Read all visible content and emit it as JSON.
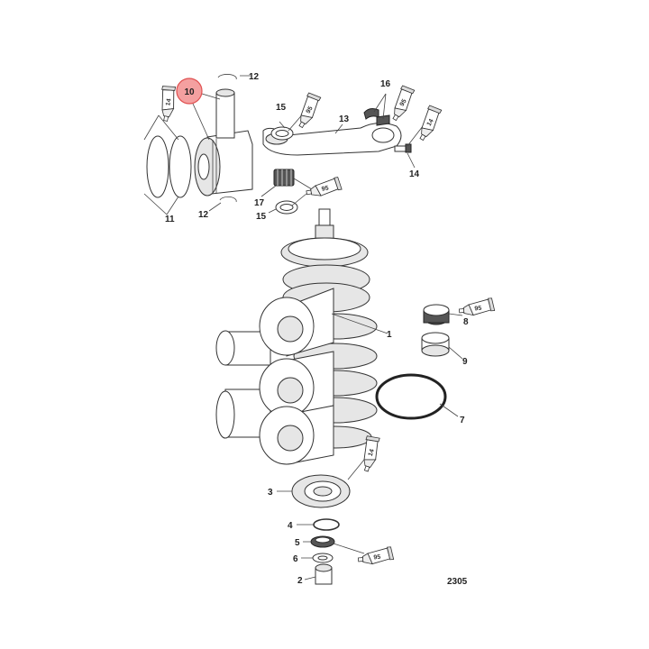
{
  "diagram": {
    "highlight_color": "#f4a0a0",
    "highlight_stroke": "#e05050",
    "highlighted_callout": "10",
    "callouts": {
      "c10": "10",
      "c12a": "12",
      "c15a": "15",
      "c16": "16",
      "c13": "13",
      "c14a": "14",
      "c11": "11",
      "c12b": "12",
      "c17": "17",
      "c15b": "15",
      "c1": "1",
      "c8": "8",
      "c9": "9",
      "c7": "7",
      "c3": "3",
      "c4": "4",
      "c5": "5",
      "c6": "6",
      "c2": "2"
    },
    "lubricant_tubes": {
      "t1": "14",
      "t2": "95",
      "t3": "95",
      "t4": "14",
      "t5": "95",
      "t6": "95",
      "t7": "14",
      "t8": "95"
    },
    "figure_number": "2305"
  }
}
